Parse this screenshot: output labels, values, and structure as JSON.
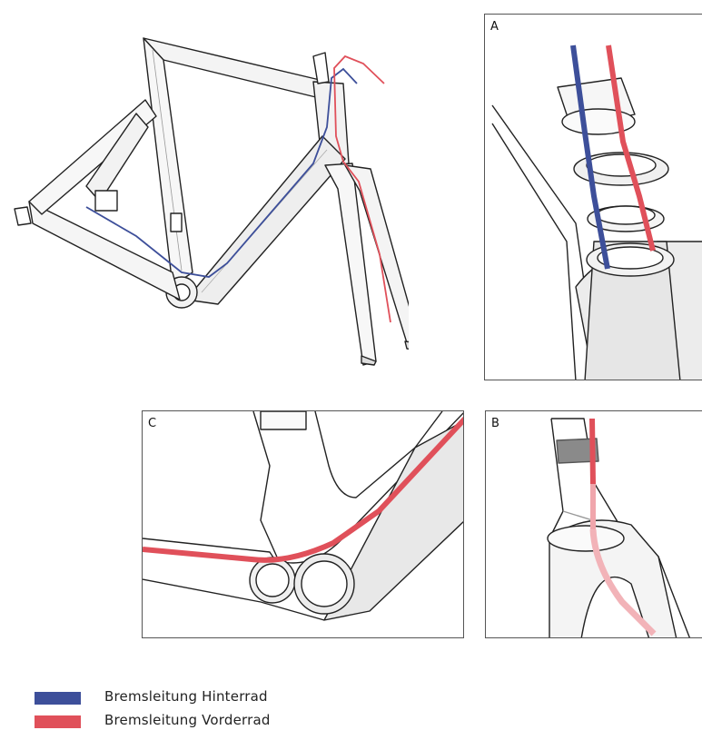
{
  "colors": {
    "rear_brake": "#3d4f9a",
    "front_brake": "#e0505a",
    "frame_line": "#222222",
    "frame_shade": "#e4e4e4"
  },
  "panels": {
    "a_label": "A",
    "b_label": "B",
    "c_label": "C"
  },
  "legend": {
    "items": [
      {
        "label": "Bremsleitung Hinterrad",
        "color": "#3d4f9a"
      },
      {
        "label": "Bremsleitung Vorderrad",
        "color": "#e0505a"
      }
    ]
  }
}
